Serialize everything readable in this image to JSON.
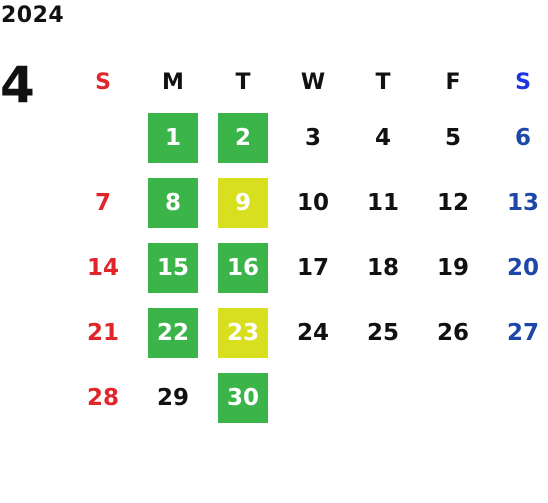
{
  "year": "2024",
  "month": "4",
  "weekdays": [
    "S",
    "M",
    "T",
    "W",
    "T",
    "F",
    "S"
  ],
  "weeks": [
    [
      {
        "d": "",
        "style": "sun"
      },
      {
        "d": "1",
        "style": "green"
      },
      {
        "d": "2",
        "style": "green"
      },
      {
        "d": "3",
        "style": ""
      },
      {
        "d": "4",
        "style": ""
      },
      {
        "d": "5",
        "style": ""
      },
      {
        "d": "6",
        "style": "sat"
      }
    ],
    [
      {
        "d": "7",
        "style": "sun"
      },
      {
        "d": "8",
        "style": "green"
      },
      {
        "d": "9",
        "style": "yellow"
      },
      {
        "d": "10",
        "style": ""
      },
      {
        "d": "11",
        "style": ""
      },
      {
        "d": "12",
        "style": ""
      },
      {
        "d": "13",
        "style": "sat"
      }
    ],
    [
      {
        "d": "14",
        "style": "sun"
      },
      {
        "d": "15",
        "style": "green"
      },
      {
        "d": "16",
        "style": "green"
      },
      {
        "d": "17",
        "style": ""
      },
      {
        "d": "18",
        "style": ""
      },
      {
        "d": "19",
        "style": ""
      },
      {
        "d": "20",
        "style": "sat"
      }
    ],
    [
      {
        "d": "21",
        "style": "sun"
      },
      {
        "d": "22",
        "style": "green"
      },
      {
        "d": "23",
        "style": "yellow"
      },
      {
        "d": "24",
        "style": ""
      },
      {
        "d": "25",
        "style": ""
      },
      {
        "d": "26",
        "style": ""
      },
      {
        "d": "27",
        "style": "sat"
      }
    ],
    [
      {
        "d": "28",
        "style": "sun"
      },
      {
        "d": "29",
        "style": ""
      },
      {
        "d": "30",
        "style": "green"
      },
      {
        "d": "",
        "style": ""
      },
      {
        "d": "",
        "style": ""
      },
      {
        "d": "",
        "style": ""
      },
      {
        "d": "",
        "style": "sat"
      }
    ]
  ],
  "colors": {
    "sunday": "#e0262b",
    "saturday": "#1e48a8",
    "green_highlight": "#3bb44a",
    "yellow_highlight": "#d8df1e"
  }
}
